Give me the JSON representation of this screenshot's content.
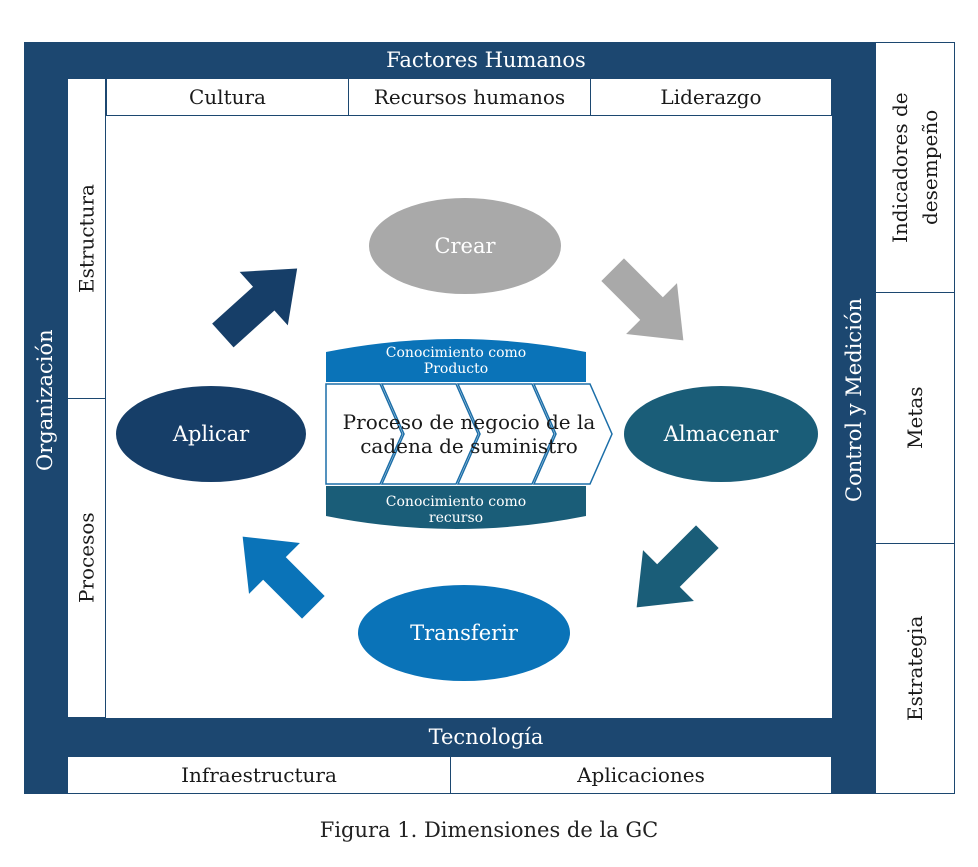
{
  "frame": {
    "top_label": "Factores Humanos",
    "left_label": "Organización",
    "right_label": "Control y Medición",
    "bottom_label": "Tecnología"
  },
  "top_cells": [
    "Cultura",
    "Recursos humanos",
    "Liderazgo"
  ],
  "left_cells": [
    "Estructura",
    "Procesos"
  ],
  "bottom_cells": [
    "Infraestructura",
    "Aplicaciones"
  ],
  "right_cells": [
    "Indicadores de desempeño",
    "Metas",
    "Estrategia"
  ],
  "cycle": {
    "crear": "Crear",
    "almacenar": "Almacenar",
    "transferir": "Transferir",
    "aplicar": "Aplicar"
  },
  "center": {
    "top_banner": "Conocimiento como Producto",
    "process": "Proceso de negocio de la cadena de suministro",
    "bottom_banner": "Conocimiento como recurso"
  },
  "caption": "Figura 1. Dimensiones de la GC",
  "colors": {
    "frame": "#1c4770",
    "gray": "#a9a9a9",
    "teal": "#1a5d78",
    "blue": "#0a73b8",
    "navy": "#163e68"
  }
}
